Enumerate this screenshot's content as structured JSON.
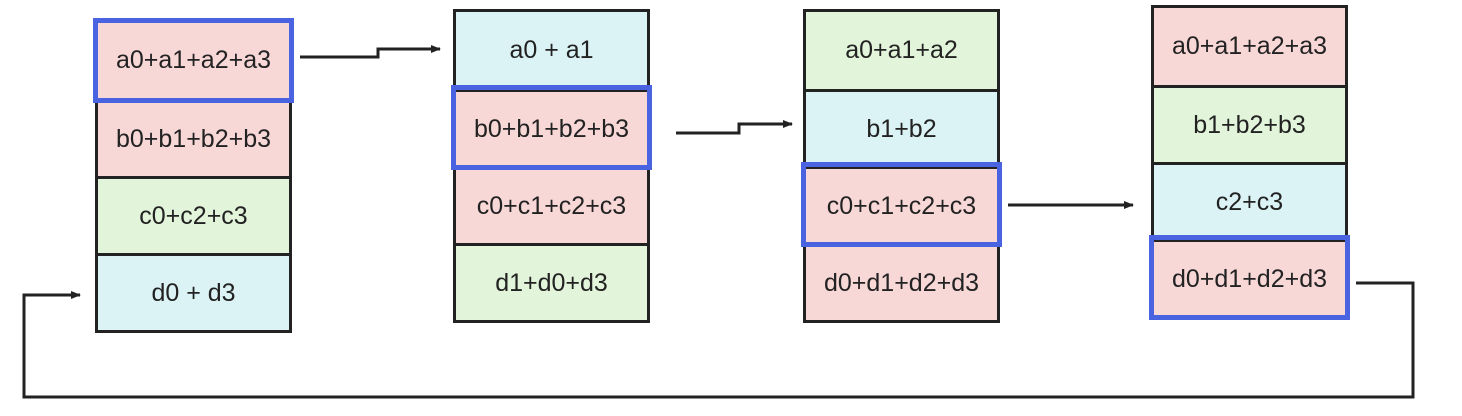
{
  "columns": [
    {
      "cells": [
        {
          "text": "a0+a1+a2+a3",
          "color": "#f8d7d7"
        },
        {
          "text": "b0+b1+b2+b3",
          "color": "#f8d7d7"
        },
        {
          "text": "c0+c2+c3",
          "color": "#e2f4d9"
        },
        {
          "text": "d0 + d3",
          "color": "#dcf3f5"
        }
      ],
      "highlighted_cell": 0
    },
    {
      "cells": [
        {
          "text": "a0 + a1",
          "color": "#dcf3f5"
        },
        {
          "text": "b0+b1+b2+b3",
          "color": "#f8d7d7"
        },
        {
          "text": "c0+c1+c2+c3",
          "color": "#f8d7d7"
        },
        {
          "text": "d1+d0+d3",
          "color": "#e2f4d9"
        }
      ],
      "highlighted_cell": 1
    },
    {
      "cells": [
        {
          "text": "a0+a1+a2",
          "color": "#e2f4d9"
        },
        {
          "text": "b1+b2",
          "color": "#dcf3f5"
        },
        {
          "text": "c0+c1+c2+c3",
          "color": "#f8d7d7"
        },
        {
          "text": "d0+d1+d2+d3",
          "color": "#f8d7d7"
        }
      ],
      "highlighted_cell": 2
    },
    {
      "cells": [
        {
          "text": "a0+a1+a2+a3",
          "color": "#f8d7d7"
        },
        {
          "text": "b1+b2+b3",
          "color": "#e2f4d9"
        },
        {
          "text": "c2+c3",
          "color": "#dcf3f5"
        },
        {
          "text": "d0+d1+d2+d3",
          "color": "#f8d7d7"
        }
      ],
      "highlighted_cell": 3
    }
  ],
  "colors": {
    "border": "#222222",
    "highlight": "#4a63e0",
    "red_cell": "#f8d7d7",
    "green_cell": "#e2f4d9",
    "cyan_cell": "#dcf3f5"
  }
}
